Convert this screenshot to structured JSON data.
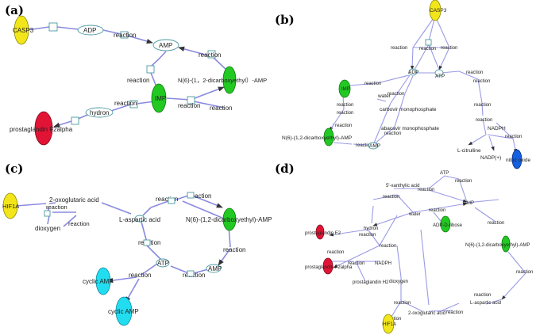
{
  "panels": {
    "a": {
      "label": "(a)",
      "nodes": {
        "casp3": "CASP3",
        "adp": "ADP",
        "amp": "AMP",
        "imp": "IMP",
        "n6": "N(6)-(1，2-dicarboxyethyl）-AMP",
        "hydron": "hydron",
        "pg": "prostaglandin F2alpha"
      },
      "reaction": "reaction"
    },
    "b": {
      "label": "(b)",
      "nodes": {
        "casp3": "CASP3",
        "adp": "ADP",
        "atp": "ATP",
        "imp": "IMP",
        "water": "water",
        "carbovir": "carbovir monophosphate",
        "abacavir": "abacavir monophosphate",
        "n6": "N(6)-(1,2-dicarboxyethyl)-AMP",
        "amp": "AMP",
        "nadph": "NADPH",
        "lcit": "L-citrulline",
        "nadp": "NADP(+)",
        "no": "nitric oxide"
      },
      "reaction": "reaction"
    },
    "c": {
      "label": "(c)",
      "nodes": {
        "hif1a": "HIF1A",
        "oxo": "2-oxoglutaric acid",
        "dioxygen": "dioxygen",
        "asp": "L-aspartic acid",
        "n6": "N(6)-(1,2-dicarboxyethyl)-AMP",
        "atp": "ATP",
        "amp": "AMP",
        "camp1": "cyclic AMP",
        "camp2": "cyclic AMP"
      },
      "reaction": "reaction"
    },
    "d": {
      "label": "(d)",
      "nodes": {
        "atp": "ATP",
        "xan": "5'-xanthylic acid",
        "water": "water",
        "amp": "AMP",
        "adpr": "ADP-D-ribose",
        "pge2": "prostaglandin E2",
        "pgf2a": "prostaglandin F2alpha",
        "hydron": "hydron",
        "nadph": "NADPH",
        "pgh2": "prostaglandin H2",
        "dioxygen": "dioxygen",
        "n6": "N(6)-(1,2-dicarboxyethyl)-AMP",
        "asp": "L-aspartic acid",
        "oxo": "2-oxoglutaric acid",
        "hif1a": "HIF1A"
      },
      "reaction": "reaction"
    }
  },
  "colors": {
    "edge": "#8a8ae0",
    "yellow": "#f2e51a",
    "green": "#22c922",
    "red": "#e21436",
    "blue": "#1560e0",
    "cyan": "#22ddf0",
    "outline": "#4a9aa0"
  }
}
